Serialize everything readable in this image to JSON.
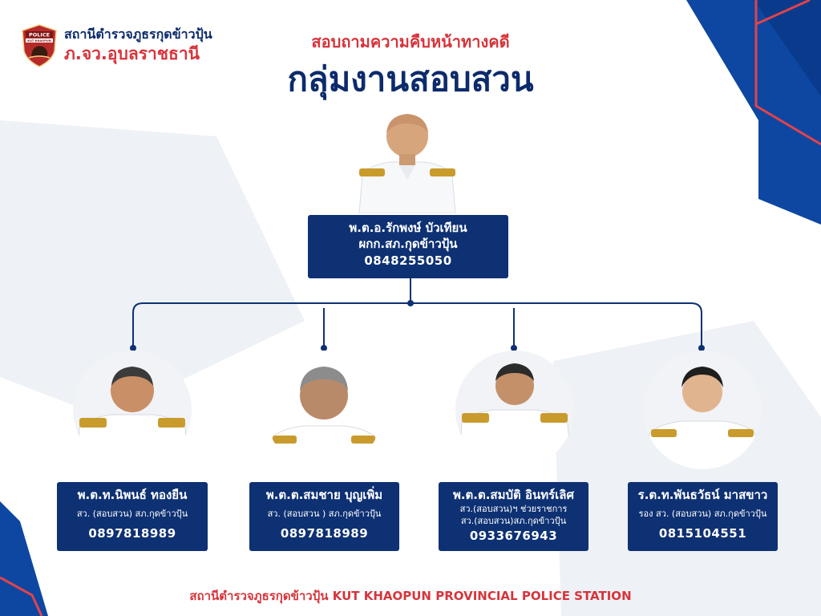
{
  "header": {
    "station_name": "สถานีตำรวจภูธรกุดข้าวปุ้น",
    "province": "ภ.จว.อุบลราชธานี",
    "badge_text_top": "POLICE",
    "badge_text_bottom": "KUT KHAOPUN"
  },
  "subtitle": "สอบถามความคืบหน้าทางคดี",
  "title": "กลุ่มงานสอบสวน",
  "head": {
    "name": "พ.ต.อ.รักพงษ์ บัวเทียน",
    "position": "ผกก.สภ.กุดข้าวปุ้น",
    "phone": "0848255050"
  },
  "staff": [
    {
      "name": "พ.ต.ท.นิพนธ์ ทองยืน",
      "position": "สว. (สอบสวน) สภ.กุดข้าวปุ้น",
      "position2": "",
      "phone": "0897818989"
    },
    {
      "name": "พ.ต.ต.สมชาย บุญเพิ่ม",
      "position": "สว. (สอบสวน ) สภ.กุดข้าวปุ้น",
      "position2": "",
      "phone": "0897818989"
    },
    {
      "name": "พ.ต.ต.สมบัติ อินทร์เลิศ",
      "position": "สว.(สอบสวน)ฯ ช่วยราชการ",
      "position2": "สว.(สอบสวน)สภ.กุดข้าวปุ้น",
      "phone": "0933676943"
    },
    {
      "name": "ร.ต.ท.พันธวัธน์ มาสขาว",
      "position": "รอง สว. (สอบสวน) สภ.กุดข้าวปุ้น",
      "position2": "",
      "phone": "0815104551"
    }
  ],
  "footer": "สถานีตำรวจภูธรกุดข้าวปุ้น KUT KHAOPUN PROVINCIAL POLICE STATION",
  "colors": {
    "navy": "#0e3173",
    "red": "#d7343b",
    "blue": "#0d47a1"
  }
}
